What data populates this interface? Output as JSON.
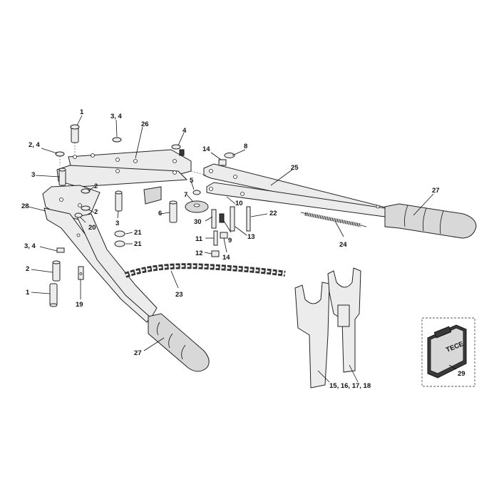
{
  "labels": {
    "l1a": "1",
    "l34a": "3, 4",
    "l26": "26",
    "l4": "4",
    "l24a": "2, 4",
    "l3a": "3",
    "l28": "28",
    "l2a": "2",
    "l2b": "2",
    "l3b": "3",
    "l6": "6",
    "l7": "7",
    "l5": "5",
    "l14a": "14",
    "l8": "8",
    "l25": "25",
    "l27a": "27",
    "l10": "10",
    "l22": "22",
    "l20": "20",
    "l21a": "21",
    "l21b": "21",
    "l30": "30",
    "l9": "9",
    "l13": "13",
    "l11": "11",
    "l24": "24",
    "l34b": "3, 4",
    "l12": "12",
    "l14b": "14",
    "l2c": "2",
    "l23": "23",
    "l1b": "1",
    "l19": "19",
    "l27b": "27",
    "l15": "15, 16, 17, 18",
    "l29": "29"
  },
  "case_logo": "TECE"
}
